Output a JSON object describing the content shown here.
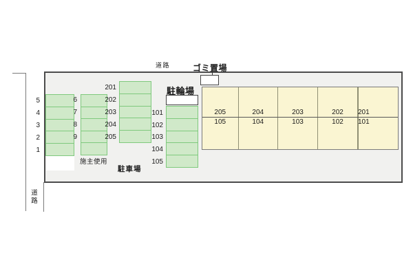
{
  "colors": {
    "site_fill": "#f1f1ef",
    "site_border": "#4b4b4b",
    "space_fill": "#d0e9c9",
    "space_border": "#7fc97d",
    "building_fill": "#faf5d2",
    "building_border": "#7a7a7a",
    "building_divider": "#8f8f73",
    "unit_divider": "#565656",
    "box_border": "#444444",
    "road_line": "#7a7a7a",
    "leader_line": "#333333",
    "text": "#1b1b1b",
    "page_bg": "#ffffff"
  },
  "roads": {
    "top": "道路",
    "left": "道路"
  },
  "facilities": {
    "garbage": "ゴミ置場",
    "bicycle": "駐輪場",
    "parking": "駐車場",
    "owner_use": "施主使用"
  },
  "parking_spaces": {
    "col_a": [
      "5",
      "4",
      "3",
      "2",
      "1"
    ],
    "col_b": [
      "6",
      "7",
      "8",
      "9",
      ""
    ],
    "col_c": [
      "201",
      "202",
      "203",
      "204",
      "205"
    ],
    "col_d": [
      "101",
      "102",
      "103",
      "104",
      "105"
    ]
  },
  "building_units": {
    "upper": [
      "205",
      "204",
      "203",
      "202",
      "201"
    ],
    "lower": [
      "105",
      "104",
      "103",
      "102",
      "101"
    ]
  }
}
